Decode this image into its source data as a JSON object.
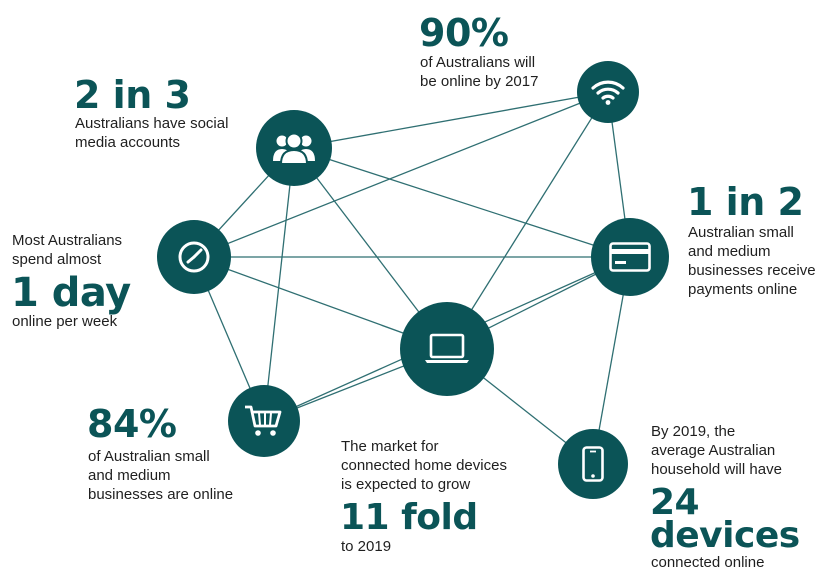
{
  "colors": {
    "accent": "#0b5457",
    "line": "#2f6f72",
    "text": "#1f1f1f"
  },
  "blocks": {
    "internet": {
      "stat": "90%",
      "desc": [
        "of Australians will",
        "be online by 2017"
      ],
      "icon": "wifi-icon"
    },
    "social": {
      "stat": "2 in 3",
      "desc": [
        "Australians have social",
        "media accounts"
      ],
      "icon": "users-icon"
    },
    "payments": {
      "stat": "1 in 2",
      "desc": [
        "Australian small",
        "and medium",
        "businesses receive",
        "payments online"
      ],
      "icon": "credit-card-icon"
    },
    "time": {
      "pre": [
        "Most Australians",
        "spend almost"
      ],
      "stat": "1 day",
      "post": "online per week",
      "icon": "clock-icon"
    },
    "business": {
      "stat": "84%",
      "desc": [
        "of Australian small",
        "and medium",
        "businesses are online"
      ],
      "icon": "shopping-cart-icon"
    },
    "market": {
      "pre": [
        "The market for",
        "connected home devices",
        "is expected to grow"
      ],
      "stat": "11 fold",
      "post": "to 2019",
      "icon": "laptop-icon"
    },
    "devices": {
      "pre": [
        "By 2019, the",
        "average Australian",
        "household will have"
      ],
      "stat": [
        "24",
        "devices"
      ],
      "post": "connected online",
      "icon": "smartphone-icon"
    }
  }
}
